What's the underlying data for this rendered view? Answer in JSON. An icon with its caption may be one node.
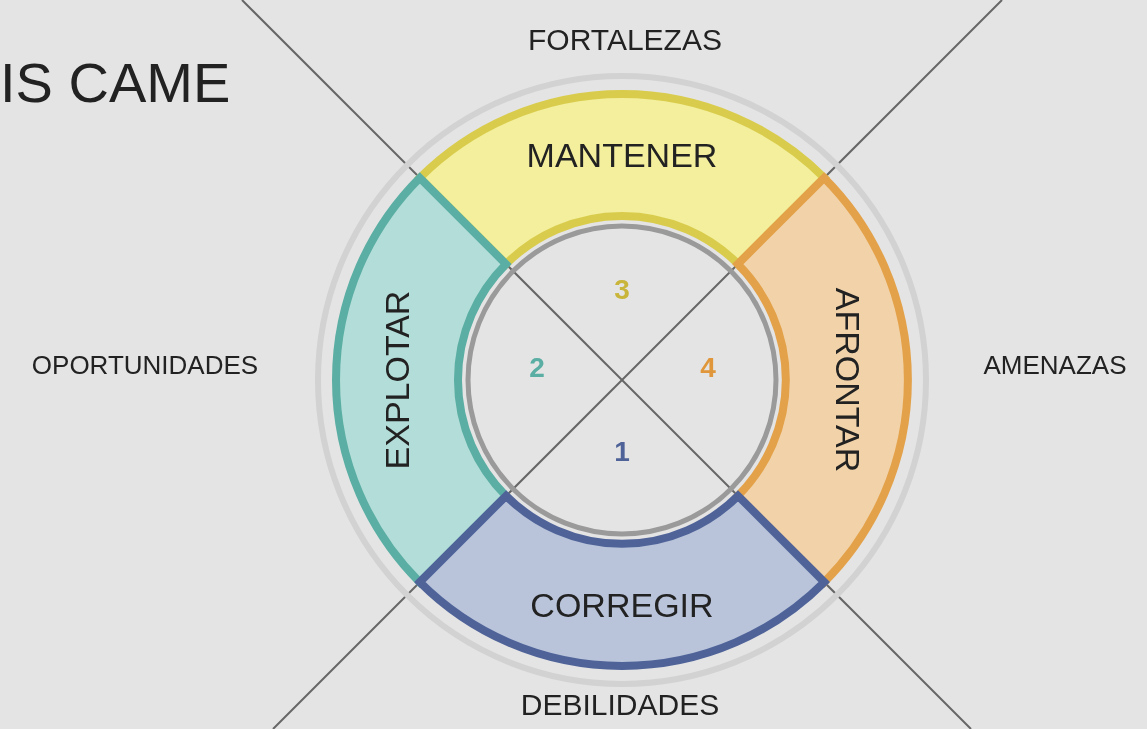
{
  "diagram": {
    "title": "IS CAME",
    "nodes": [
      {
        "text": [
          "MANTENER"
        ]
      },
      {
        "text": [
          "EXPLOTAR"
        ]
      },
      {
        "text": [
          "AFRONTAR"
        ]
      },
      {
        "text": [
          "CORREGIR"
        ]
      }
    ],
    "labels": [
      "FORTALEZAS",
      "OPORTUNIDADES",
      "3",
      "2",
      "4",
      "1",
      "AMENAZAS",
      "DEBILIDADES"
    ]
  }
}
